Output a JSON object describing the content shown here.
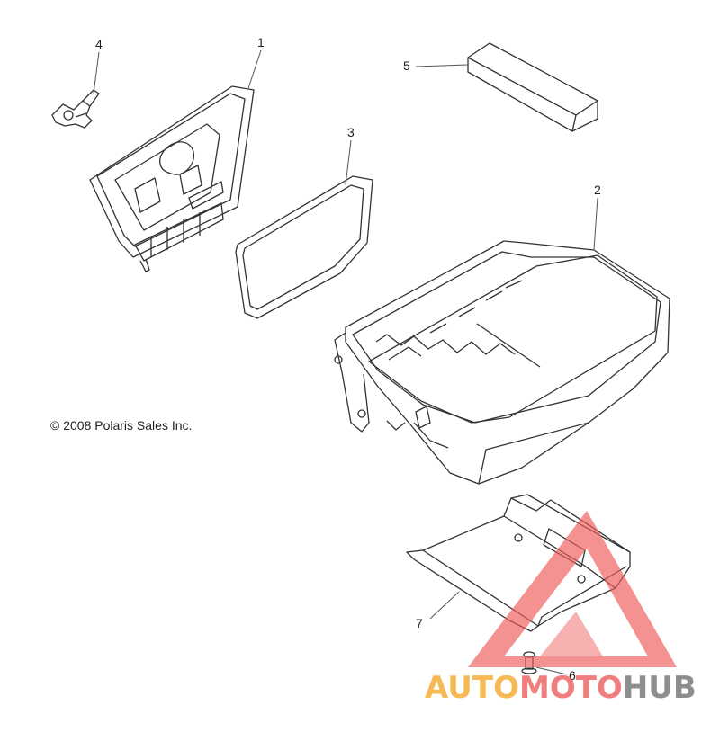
{
  "callouts": {
    "c1": "1",
    "c2": "2",
    "c3": "3",
    "c4": "4",
    "c5": "5",
    "c6": "6",
    "c7": "7"
  },
  "copyright": "© 2008 Polaris Sales Inc.",
  "watermark": {
    "part1": "AUTO",
    "part2": "MOTO",
    "part3": "HUB",
    "color_orange": "#f5a623",
    "color_red": "#ee5a5a",
    "color_gray": "#6f6f6f"
  }
}
